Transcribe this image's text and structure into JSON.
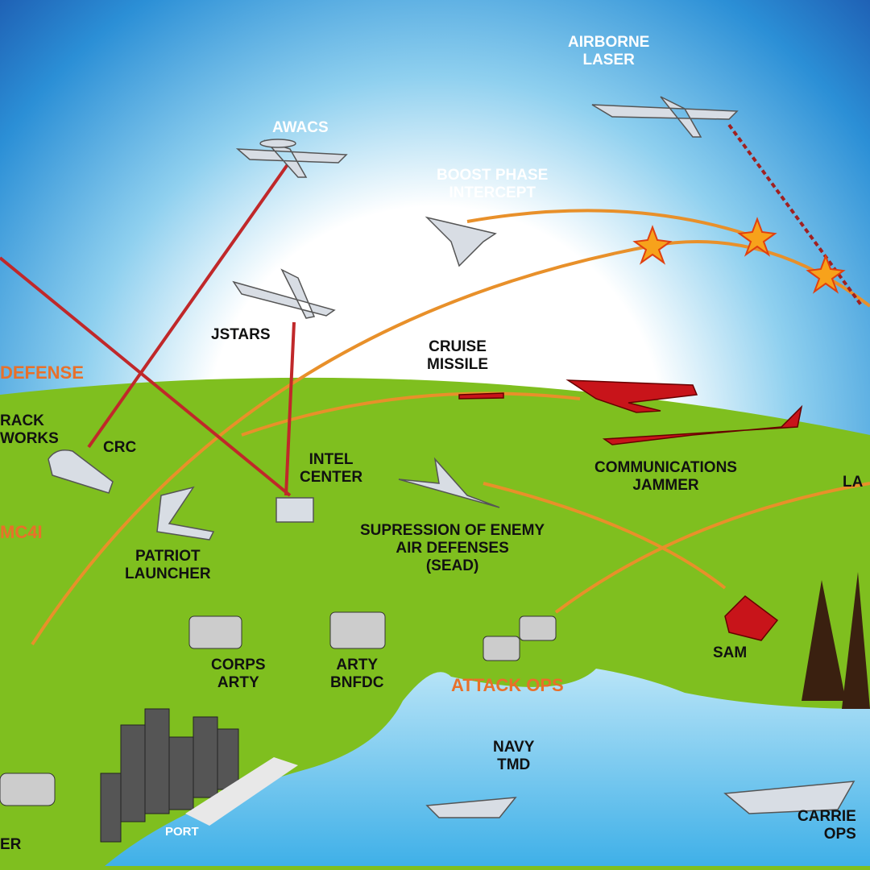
{
  "labels": {
    "airborne_laser": [
      "AIRBORNE",
      "LASER"
    ],
    "awacs": "AWACS",
    "boost_phase": [
      "BOOST PHASE",
      "INTERCEPT"
    ],
    "jstars": "JSTARS",
    "cruise_missile": [
      "CRUISE",
      "MISSILE"
    ],
    "defense": "DEFENSE",
    "track_works": [
      "RACK",
      "WORKS"
    ],
    "crc": "CRC",
    "intel_center": [
      "INTEL",
      "CENTER"
    ],
    "communications_jammer": [
      "COMMUNICATIONS",
      "JAMMER"
    ],
    "la": "LA",
    "bmc4i": "MC4I",
    "patriot": [
      "PATRIOT",
      "LAUNCHER"
    ],
    "sead": [
      "SUPRESSION OF ENEMY",
      "AIR DEFENSES",
      "(SEAD)"
    ],
    "sam": "SAM",
    "corps_arty": [
      "CORPS",
      "ARTY"
    ],
    "arty_bnfdc": [
      "ARTY",
      "BNFDC"
    ],
    "attack_ops": "ATTACK OPS",
    "navy_tmd": [
      "NAVY",
      "TMD"
    ],
    "carrier_ops": [
      "CARRIE",
      "OPS"
    ],
    "port": "PORT",
    "er": "ER"
  },
  "colors": {
    "sky_top": "#1a5fb4",
    "horizon": "#ffffff",
    "land": "#7fbf1f",
    "sea": "#6cc4ec",
    "link": "#e07a1f",
    "beam": "#c0282a"
  }
}
